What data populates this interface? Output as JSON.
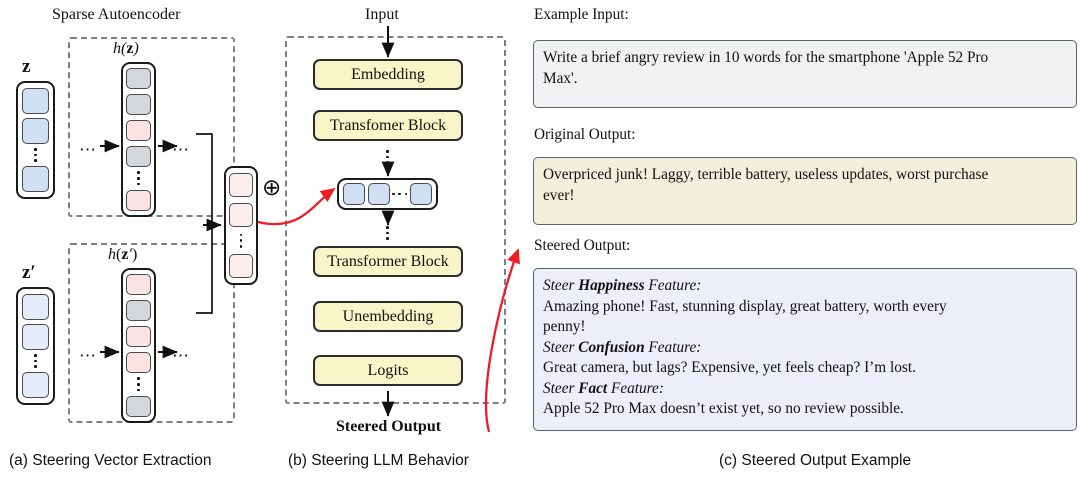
{
  "panel_a": {
    "title": "Sparse Autoencoder",
    "caption": "(a) Steering Vector Extraction",
    "input_top_label": "z",
    "input_bottom_label": "z′",
    "hidden_top_label": "h(z)",
    "hidden_bottom_label": "h(z′)",
    "plus_symbol": "⊕",
    "ellipsis": "⋯",
    "vectors": {
      "z": [
        "blue",
        "blue",
        "vdots",
        "blue"
      ],
      "z_prime": [
        "blue-l",
        "blue-l",
        "vdots",
        "blue-l"
      ],
      "h_z": [
        "gray",
        "gray",
        "pink",
        "gray",
        "vdots",
        "pink"
      ],
      "h_z_prime": [
        "pink",
        "gray",
        "pink",
        "pink",
        "vdots",
        "gray"
      ],
      "steering": [
        "pink-l",
        "pink-l",
        "vdots",
        "pink-l"
      ]
    }
  },
  "panel_b": {
    "caption": "(b) Steering LLM Behavior",
    "input_label": "Input",
    "output_label": "Steered Output",
    "stages": [
      "Embedding",
      "Transfomer Block",
      "Transformer Block",
      "Unembedding",
      "Logits"
    ],
    "residual_cells": [
      "blue",
      "blue",
      "dots",
      "blue"
    ],
    "vertical_ellipsis": "⋮"
  },
  "panel_c": {
    "caption": "(c) Steered Output Example",
    "blocks": [
      {
        "heading": "Example Input:",
        "style": "grey",
        "lines": [
          {
            "text": "Write a brief angry review in 10 words for the smartphone 'Apple 52 Pro"
          },
          {
            "text": "Max'."
          }
        ]
      },
      {
        "heading": "Original Output:",
        "style": "cream",
        "lines": [
          {
            "text": "Overpriced junk! Laggy, terrible battery, useless updates, worst purchase"
          },
          {
            "text": "ever!"
          }
        ]
      },
      {
        "heading": "Steered Output:",
        "style": "lav",
        "lines": [
          {
            "pre": "Steer ",
            "strong": "Happiness",
            "post": " Feature:",
            "italic": true
          },
          {
            "text": "Amazing phone! Fast, stunning display, great battery, worth every"
          },
          {
            "text": "penny!"
          },
          {
            "pre": "Steer ",
            "strong": "Confusion",
            "post": " Feature:",
            "italic": true
          },
          {
            "text": "Great camera, but lags? Expensive, yet feels cheap? I’m lost."
          },
          {
            "pre": "Steer ",
            "strong": "Fact",
            "post": " Feature:",
            "italic": true
          },
          {
            "text": "Apple 52 Pro Max doesn’t exist yet, so no review possible."
          }
        ]
      }
    ]
  },
  "colors": {
    "blue": "#cfe0f5",
    "blue_light": "#e3edfa",
    "gray": "#d4d8dd",
    "pink": "#fbe3e3",
    "pink_light": "#fdeeee",
    "yellow_box": "#f8f6c8",
    "arrow_red": "#ee1c24",
    "dash_border": "#7c7f86"
  }
}
